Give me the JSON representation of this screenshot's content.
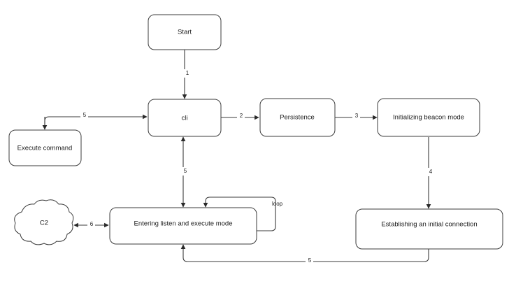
{
  "diagram": {
    "type": "flowchart",
    "title": "",
    "background_color": "#ffffff",
    "stroke_color": "#3b3b3b",
    "text_color": "#1a1a1a",
    "nodes": [
      {
        "id": "start",
        "label": "Start",
        "shape": "rounded-rect"
      },
      {
        "id": "cli",
        "label": "cli",
        "shape": "rounded-rect"
      },
      {
        "id": "persistence",
        "label": "Persistence",
        "shape": "rounded-rect"
      },
      {
        "id": "beacon",
        "label": "Initializing beacon mode",
        "shape": "rounded-rect"
      },
      {
        "id": "execute",
        "label": "Execute command",
        "shape": "rounded-rect"
      },
      {
        "id": "listen",
        "label": "Entering listen and execute mode",
        "shape": "rounded-rect"
      },
      {
        "id": "establishing",
        "label": "Establishing an initial connection",
        "shape": "rounded-rect"
      },
      {
        "id": "c2",
        "label": "C2",
        "shape": "cloud"
      }
    ],
    "edges": [
      {
        "id": "e1",
        "from": "start",
        "to": "cli",
        "label": "1",
        "arrow": "single"
      },
      {
        "id": "e2",
        "from": "cli",
        "to": "persistence",
        "label": "2",
        "arrow": "single"
      },
      {
        "id": "e3",
        "from": "persistence",
        "to": "beacon",
        "label": "3",
        "arrow": "single"
      },
      {
        "id": "e4",
        "from": "beacon",
        "to": "establishing",
        "label": "4",
        "arrow": "single"
      },
      {
        "id": "e5",
        "from": "establishing",
        "to": "listen",
        "label": "5",
        "arrow": "single"
      },
      {
        "id": "e6",
        "from": "listen",
        "to": "cli",
        "label": "5",
        "arrow": "double"
      },
      {
        "id": "e7",
        "from": "execute",
        "to": "cli",
        "label": "5",
        "arrow": "single"
      },
      {
        "id": "e8",
        "from": "listen",
        "to": "c2",
        "label": "6",
        "arrow": "double"
      },
      {
        "id": "e9",
        "from": "listen",
        "to": "listen",
        "label": "loop",
        "arrow": "single"
      }
    ]
  }
}
